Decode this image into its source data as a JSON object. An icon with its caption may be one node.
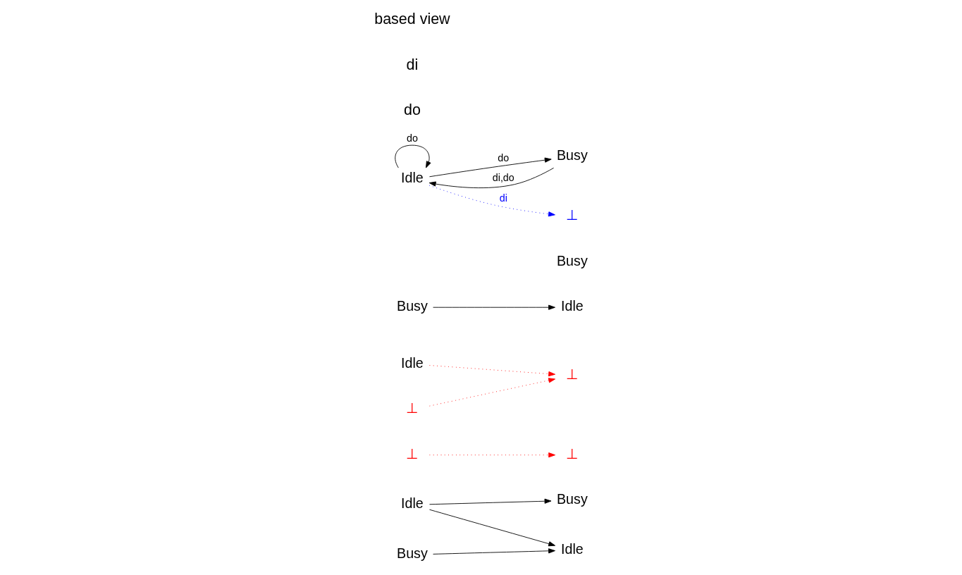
{
  "diagram": {
    "nodes": [
      {
        "text": [
          "Idle"
        ]
      },
      {
        "text": [
          "Idle"
        ]
      },
      {
        "text": [
          "Busy"
        ]
      },
      {
        "text": [
          "Busy"
        ]
      },
      {
        "text": [
          "⊥"
        ]
      },
      {
        "text": [
          "⊥"
        ]
      },
      {
        "text": [
          "Idle"
        ]
      },
      {
        "text": [
          "Idle"
        ]
      },
      {
        "text": [
          "Busy"
        ]
      },
      {
        "text": [
          "Busy"
        ]
      },
      {
        "text": [
          "⊥"
        ]
      },
      {
        "text": [
          "⊥"
        ]
      },
      {
        "text": [
          "Idle"
        ]
      },
      {
        "text": [
          "Busy"
        ]
      },
      {
        "text": [
          "⊥"
        ]
      }
    ],
    "edges": [
      {
        "from": 0,
        "to": 1,
        "arrow": "to"
      },
      {
        "from": 0,
        "to": 3,
        "arrow": "to"
      },
      {
        "from": 2,
        "to": 1,
        "arrow": "to"
      },
      {
        "from": 4,
        "to": 5,
        "arrow": "to",
        "style": "dashed",
        "color": "#ff0000"
      },
      {
        "from": 6,
        "to": 11,
        "arrow": "to",
        "style": "dashed",
        "color": "#ff0000"
      },
      {
        "from": 8,
        "to": 7,
        "arrow": "to"
      },
      {
        "from": 10,
        "to": 11,
        "arrow": "to",
        "style": "dashed",
        "color": "#ff0000"
      },
      {
        "from": 12,
        "to": 12,
        "arrow": "to",
        "label": "do"
      },
      {
        "from": 12,
        "to": 13,
        "arrow": "to",
        "label": "do"
      },
      {
        "from": 13,
        "to": 12,
        "arrow": "to",
        "label": "di,do"
      },
      {
        "from": 12,
        "to": 14,
        "arrow": "to",
        "label": "di",
        "style": "dashed",
        "color": "#0000ff"
      }
    ],
    "labels": [
      "do",
      "di",
      "based view"
    ]
  }
}
